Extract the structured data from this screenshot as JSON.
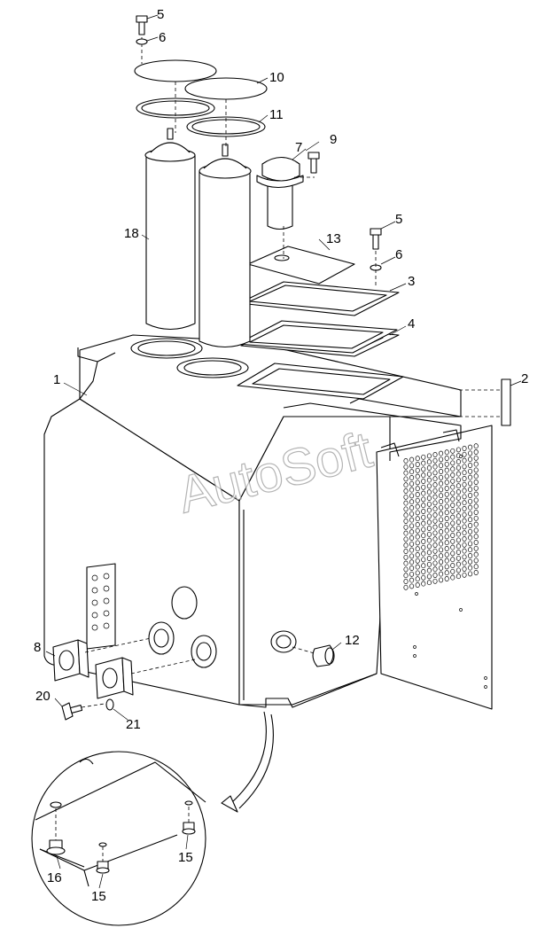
{
  "watermark": "AutoSoft",
  "callouts": {
    "c1": "1",
    "c2": "2",
    "c3": "3",
    "c4": "4",
    "c5a": "5",
    "c5b": "5",
    "c6a": "6",
    "c6b": "6",
    "c7": "7",
    "c8": "8",
    "c9": "9",
    "c10": "10",
    "c11": "11",
    "c12": "12",
    "c13": "13",
    "c15a": "15",
    "c15b": "15",
    "c16": "16",
    "c18": "18",
    "c20": "20",
    "c21": "21"
  }
}
